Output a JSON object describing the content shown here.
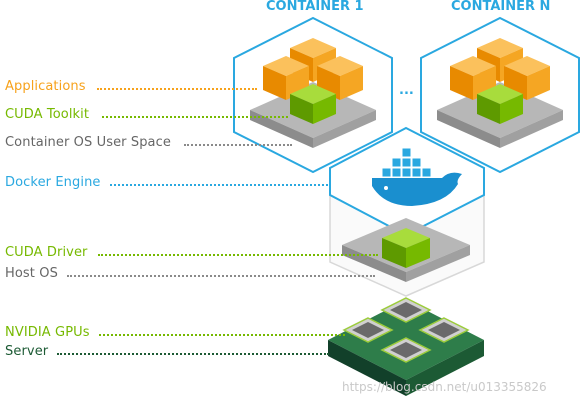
{
  "containers": {
    "first_title": "CONTAINER 1",
    "last_title": "CONTAINER N",
    "ellipsis": "..."
  },
  "layers": {
    "applications": "Applications",
    "cuda_toolkit": "CUDA Toolkit",
    "container_os": "Container OS User Space",
    "docker_engine": "Docker Engine",
    "cuda_driver": "CUDA Driver",
    "host_os": "Host OS",
    "nvidia_gpus": "NVIDIA GPUs",
    "server": "Server"
  },
  "watermark": "https://blog.csdn.net/u013355826",
  "colors": {
    "title_blue": "#2aa8e0",
    "orange": "#f7a21b",
    "green": "#76b900",
    "gray_text": "#666666",
    "docker_blue": "#2aa8e0",
    "server_green": "#1c5a34",
    "hex_outline": "#2aa8e0"
  },
  "icons": [
    "docker-whale-icon",
    "gpu-chip-icon"
  ]
}
